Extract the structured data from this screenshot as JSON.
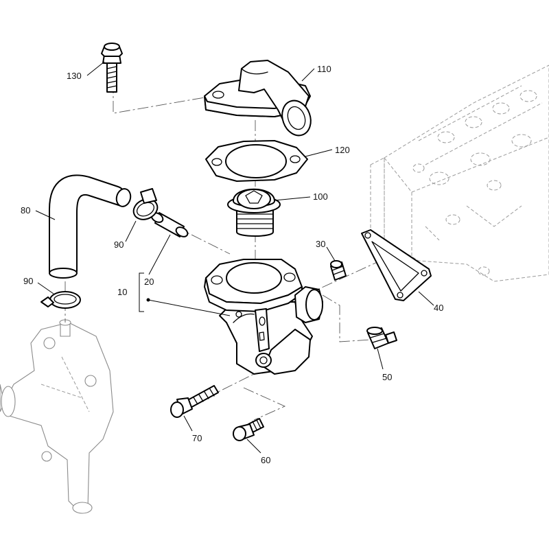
{
  "callouts": {
    "p10": "10",
    "p20": "20",
    "p30": "30",
    "p40": "40",
    "p50": "50",
    "p60": "60",
    "p70": "70",
    "p80": "80",
    "p90a": "90",
    "p90b": "90",
    "p100": "100",
    "p110": "110",
    "p120": "120",
    "p130": "130"
  }
}
